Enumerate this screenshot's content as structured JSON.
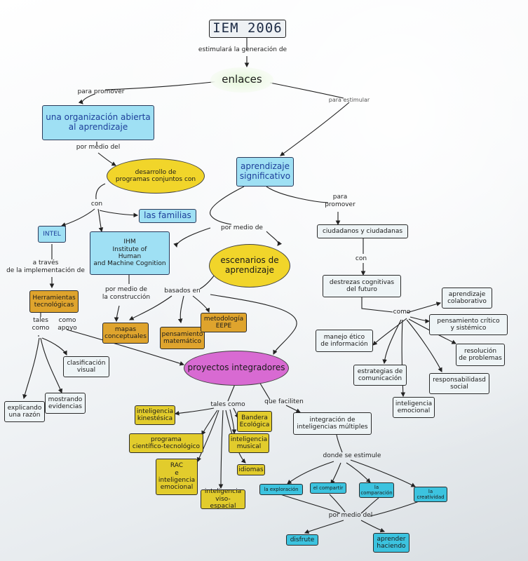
{
  "title": "IEM 2006",
  "links": {
    "estimulara": "estimulará la generación de",
    "para_promover_1": "para promover",
    "para_estimular": "para estimular",
    "por_medio_del_1": "por medio del",
    "con_1": "con",
    "para_promover_2": "para\npromover",
    "por_medio_de": "por medio de",
    "con_2": "con",
    "a_traves": "a través\nde la implementación de",
    "por_medio_construccion": "por medio de\nla construcción",
    "basados_en": "basados en",
    "como_1": "como",
    "tales_como_1": "tales\ncomo",
    "como_apoyo": "como\napoyo",
    "tales_como_2": "tales como",
    "que_faciliten": "que faciliten",
    "donde_se_estimule": "donde se estimule",
    "por_medio_del_2": "por medio del"
  },
  "nodes": {
    "enlaces": "enlaces",
    "organizacion": "una organización abierta\nal aprendizaje",
    "aprendizaje_significativo": "aprendizaje\nsignificativo",
    "desarrollo": "desarrollo de\nprogramas conjuntos con",
    "familias": "las familias",
    "intel": "INTEL",
    "ihm": "IHM\nInstitute of\nHuman\nand Machine Cognition",
    "escenarios": "escenarios de\naprendizaje",
    "ciudadanos": "ciudadanos y ciudadanas",
    "destrezas": "destrezas cognitivas\ndel futuro",
    "herramientas": "Herramientas\ntecnológicas",
    "mapas": "mapas\nconceptuales",
    "pensamiento_matematico": "pensamiento\nmatemático",
    "metodologia": "metodología\nEEPE",
    "aprendizaje_colaborativo": "aprendizaje\ncolaborativo",
    "pensamiento_critico": "pensamiento crítico\ny sistémico",
    "manejo_etico": "manejo ético\nde información",
    "resolucion": "resolución\nde problemas",
    "estrategias": "estrategias de\ncomunicación",
    "responsabilidad": "responsabilidasd\nsocial",
    "inteligencia_emocional_1": "inteligencia\nemocional",
    "clasificacion": "clasificación\nvisual",
    "proyectos": "proyectos integradores",
    "mostrando": "mostrando\nevidencias",
    "explicando": "explicando\nuna razón",
    "kinestesica": "inteligencia\nkinestésica",
    "bandera": "Bandera\nEcológica",
    "integracion": "integración de\ninteligencias múltiples",
    "programa": "programa\ncientífico-tecnológico",
    "musical": "inteligencia\nmusical",
    "idiomas": "idiomas",
    "rac": "RAC\ne\ninteligencia\nemocional",
    "viso_espacial": "inteligencia\nviso-espacial",
    "exploracion": "la exploración",
    "compartir": "el compartir",
    "comparacion": "la\ncomparación",
    "creatividad": "la\ncreatividad",
    "disfrute": "disfrute",
    "aprender_haciendo": "aprender\nhaciendo"
  },
  "colors": {
    "cyan_box": "#9fe0f4",
    "yellow_box": "#e2cc2c",
    "orange_box": "#dfa42d",
    "teal_box": "#3cc3df",
    "yellow_ellipse": "#f1d52a",
    "pink_ellipse": "#d86ad2",
    "white_box": "#eef4f6"
  }
}
